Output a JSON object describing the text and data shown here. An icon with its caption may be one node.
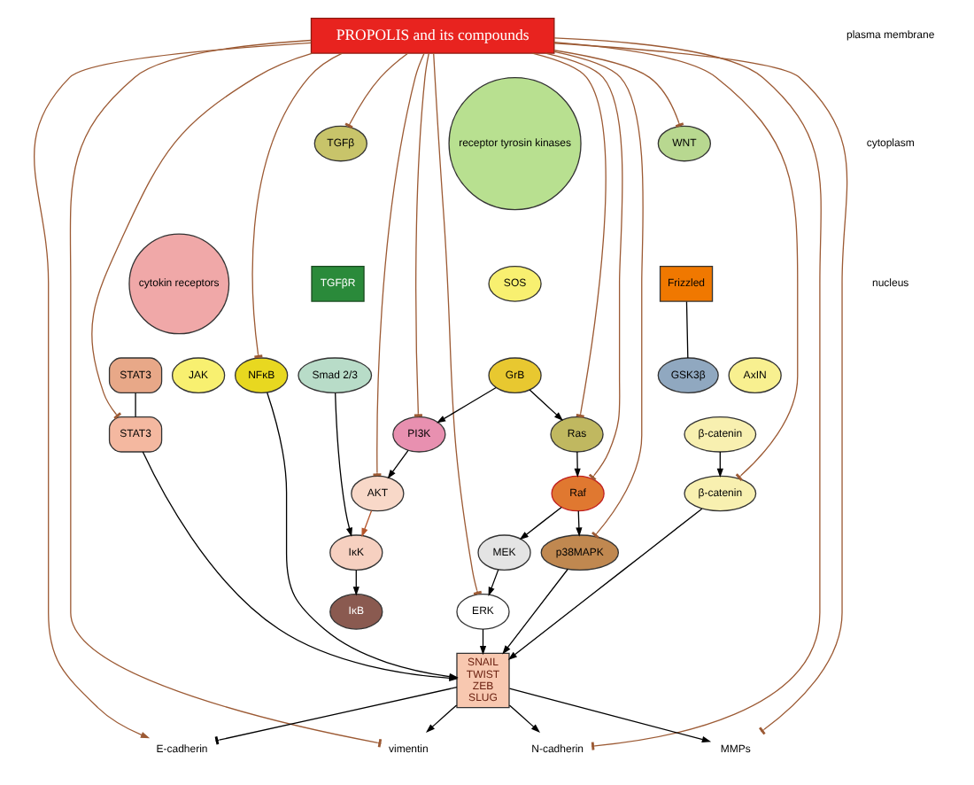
{
  "diagram": {
    "nodes": [
      {
        "text": [
          "PROPOLIS and its compounds"
        ]
      },
      {
        "text": [
          "TGFβ"
        ]
      },
      {
        "text": [
          "TGFβR"
        ]
      },
      {
        "text": [
          "cytokin receptors"
        ]
      },
      {
        "text": [
          "JAK"
        ]
      },
      {
        "text": [
          "STAT3"
        ]
      },
      {
        "text": [
          "STAT3"
        ]
      },
      {
        "text": [
          "Smad 2/3"
        ]
      },
      {
        "text": [
          "IκK"
        ]
      },
      {
        "text": [
          "IκB"
        ]
      },
      {
        "text": [
          "NFκB"
        ]
      },
      {
        "text": [
          "receptor tyrosin kinases"
        ]
      },
      {
        "text": [
          "SOS"
        ]
      },
      {
        "text": [
          "GrB"
        ]
      },
      {
        "text": [
          "PI3K"
        ]
      },
      {
        "text": [
          "AKT"
        ]
      },
      {
        "text": [
          "Ras"
        ]
      },
      {
        "text": [
          "Raf"
        ]
      },
      {
        "text": [
          "MEK"
        ]
      },
      {
        "text": [
          "ERK"
        ]
      },
      {
        "text": [
          "p38MAPK"
        ]
      },
      {
        "text": [
          "WNT"
        ]
      },
      {
        "text": [
          "Frizzled"
        ]
      },
      {
        "text": [
          "GSK3β"
        ]
      },
      {
        "text": [
          "AxIN"
        ]
      },
      {
        "text": [
          "β-catenin"
        ]
      },
      {
        "text": [
          "β-catenin"
        ]
      },
      {
        "text": [
          "SNAIL",
          "TWIST",
          "ZEB",
          "SLUG"
        ]
      },
      {
        "text": [
          "E-cadherin"
        ]
      },
      {
        "text": [
          "vimentin"
        ]
      },
      {
        "text": [
          "N-cadherin"
        ]
      },
      {
        "text": [
          "MMPs"
        ]
      }
    ],
    "edges": [
      {
        "from": 0,
        "to": 1,
        "arrow": "other",
        "color": "#9c5a34"
      },
      {
        "from": 0,
        "to": 6,
        "arrow": "other",
        "color": "#9c5a34"
      },
      {
        "from": 0,
        "to": 10,
        "arrow": "other",
        "color": "#9c5a34"
      },
      {
        "from": 0,
        "to": 15,
        "arrow": "other",
        "color": "#9c5a34"
      },
      {
        "from": 0,
        "to": 20,
        "arrow": "other",
        "color": "#9c5a34"
      },
      {
        "from": 0,
        "to": 14,
        "arrow": "other",
        "color": "#9c5a34"
      },
      {
        "from": 0,
        "to": 16,
        "arrow": "other",
        "color": "#9c5a34"
      },
      {
        "from": 0,
        "to": 17,
        "arrow": "other",
        "color": "#9c5a34"
      },
      {
        "from": 0,
        "to": 19,
        "arrow": "other",
        "color": "#9c5a34"
      },
      {
        "from": 0,
        "to": 21,
        "arrow": "other",
        "color": "#9c5a34"
      },
      {
        "from": 0,
        "to": 26,
        "arrow": "other",
        "color": "#9c5a34"
      },
      {
        "from": 0,
        "to": 28,
        "arrow": "to",
        "color": "#9c5a34"
      },
      {
        "from": 0,
        "to": 29,
        "arrow": "other",
        "color": "#9c5a34"
      },
      {
        "from": 0,
        "to": 30,
        "arrow": "other",
        "color": "#9c5a34"
      },
      {
        "from": 0,
        "to": 31,
        "arrow": "other",
        "color": "#9c5a34"
      },
      {
        "from": 5,
        "to": 6,
        "arrow": "none"
      },
      {
        "from": 7,
        "to": 8,
        "arrow": "to"
      },
      {
        "from": 8,
        "to": 9,
        "arrow": "to"
      },
      {
        "from": 15,
        "to": 8,
        "arrow": "to",
        "color": "#b5552b"
      },
      {
        "from": 14,
        "to": 15,
        "arrow": "to"
      },
      {
        "from": 13,
        "to": 14,
        "arrow": "to"
      },
      {
        "from": 13,
        "to": 16,
        "arrow": "to"
      },
      {
        "from": 16,
        "to": 17,
        "arrow": "to"
      },
      {
        "from": 17,
        "to": 18,
        "arrow": "to"
      },
      {
        "from": 18,
        "to": 19,
        "arrow": "to"
      },
      {
        "from": 17,
        "to": 20,
        "arrow": "to"
      },
      {
        "from": 22,
        "to": 23,
        "arrow": "none"
      },
      {
        "from": 25,
        "to": 26,
        "arrow": "to"
      },
      {
        "from": 6,
        "to": 27,
        "arrow": "to"
      },
      {
        "from": 10,
        "to": 27,
        "arrow": "to"
      },
      {
        "from": 20,
        "to": 27,
        "arrow": "to"
      },
      {
        "from": 19,
        "to": 27,
        "arrow": "to"
      },
      {
        "from": 26,
        "to": 27,
        "arrow": "to"
      },
      {
        "from": 27,
        "to": 28,
        "arrow": "other"
      },
      {
        "from": 27,
        "to": 29,
        "arrow": "to"
      },
      {
        "from": 27,
        "to": 30,
        "arrow": "to"
      },
      {
        "from": 27,
        "to": 31,
        "arrow": "to"
      }
    ],
    "labels": [
      "plasma membrane",
      "cytoplasm",
      "nucleus"
    ]
  }
}
